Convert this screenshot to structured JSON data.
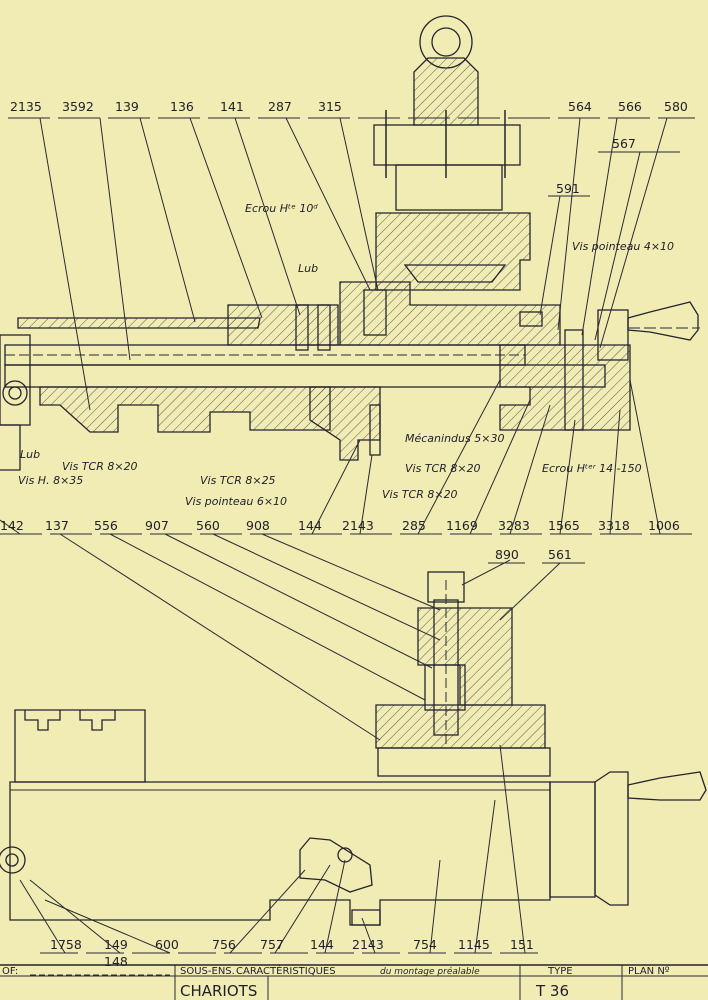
{
  "top_labels": [
    "2135",
    "3592",
    "139",
    "136",
    "141",
    "287",
    "315",
    "564",
    "566",
    "580",
    "567",
    "591"
  ],
  "mid_labels": [
    "142",
    "137",
    "556",
    "907",
    "560",
    "908",
    "144",
    "2143",
    "285",
    "1169",
    "3283",
    "1565",
    "3318",
    "1006"
  ],
  "lower_labels": [
    "890",
    "561"
  ],
  "bottom_labels": [
    "1758",
    "149",
    "148",
    "600",
    "756",
    "757",
    "144",
    "2143",
    "754",
    "1145",
    "151"
  ],
  "annotations": {
    "ecrou_top": "Ecrou Hᵗᵉ 10ᵈ",
    "vis_pointeau_4x10": "Vis pointeau 4×10",
    "lub_upper": "Lub",
    "lub_lower": "Lub",
    "vis_tcr_8x20_left": "Vis TCR 8×20",
    "vis_h_8x35": "Vis H. 8×35",
    "vis_tcr_8x25": "Vis TCR 8×25",
    "vis_pointeau_6x10": "Vis pointeau 6×10",
    "mecanindus": "Mécanindus 5×30",
    "vis_tcr_8x20_mid": "Vis TCR 8×20",
    "vis_tcr_8x20_low": "Vis TCR 8×20",
    "ecrou_right": "Ecrou Hᵗᵉʳ 14 -150"
  },
  "title_block": {
    "of_label": "OF:",
    "sous_ens_label": "SOUS-ENS.",
    "caracteristiques_label": "CARACTÉRISTIQUES",
    "montage_label": "du montage préalable",
    "type_label": "TYPE",
    "plan_label": "PLAN Nº",
    "name": "CHARIOTS",
    "type_value": "T 36"
  }
}
